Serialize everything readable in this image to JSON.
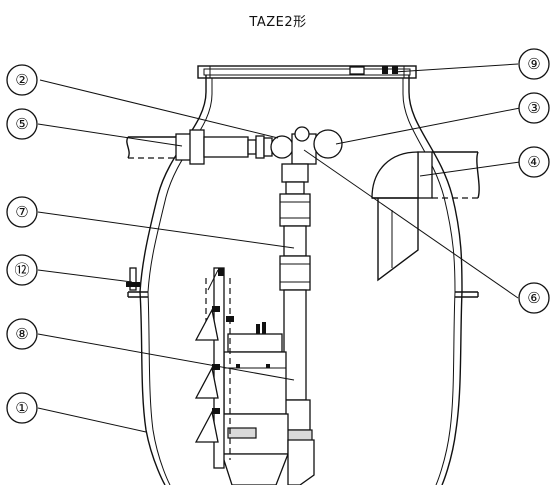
{
  "diagram": {
    "title": "TAZE2形",
    "callouts": [
      {
        "id": "c1",
        "label": "①"
      },
      {
        "id": "c2",
        "label": "②"
      },
      {
        "id": "c3",
        "label": "③"
      },
      {
        "id": "c4",
        "label": "④"
      },
      {
        "id": "c5",
        "label": "⑤"
      },
      {
        "id": "c6",
        "label": "⑥"
      },
      {
        "id": "c7",
        "label": "⑦"
      },
      {
        "id": "c8",
        "label": "⑧"
      },
      {
        "id": "c9",
        "label": "⑨"
      },
      {
        "id": "c12",
        "label": "⑫"
      }
    ]
  }
}
